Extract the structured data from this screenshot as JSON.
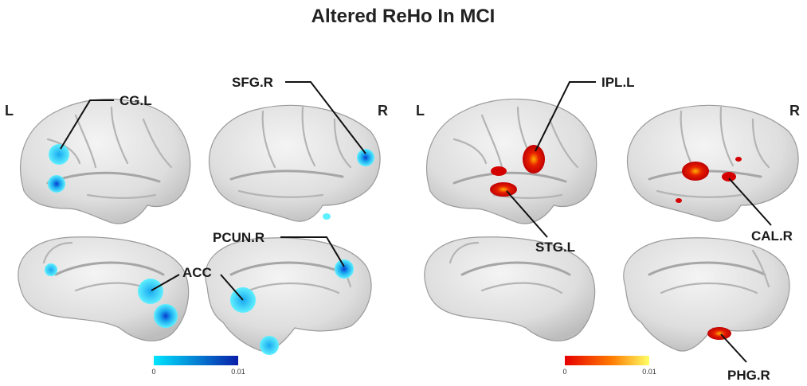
{
  "title": "Altered ReHo In MCI",
  "left_panel": {
    "hemi_left": "L",
    "hemi_right": "R"
  },
  "right_panel": {
    "hemi_left": "L",
    "hemi_right": "R"
  },
  "regions": {
    "cg_l": "CG.L",
    "sfg_r": "SFG.R",
    "acc": "ACC",
    "pcun_r": "PCUN.R",
    "ipl_l": "IPL.L",
    "stg_l": "STG.L",
    "cal_r": "CAL.R",
    "phg_r": "PHG.R"
  },
  "colorbars": {
    "decrease": {
      "min": "0",
      "max": "0.01",
      "colors": [
        "#00e5ff",
        "#0a1ea8"
      ]
    },
    "increase": {
      "min": "0",
      "max": "0.01",
      "colors": [
        "#e60000",
        "#ffff66"
      ]
    }
  }
}
